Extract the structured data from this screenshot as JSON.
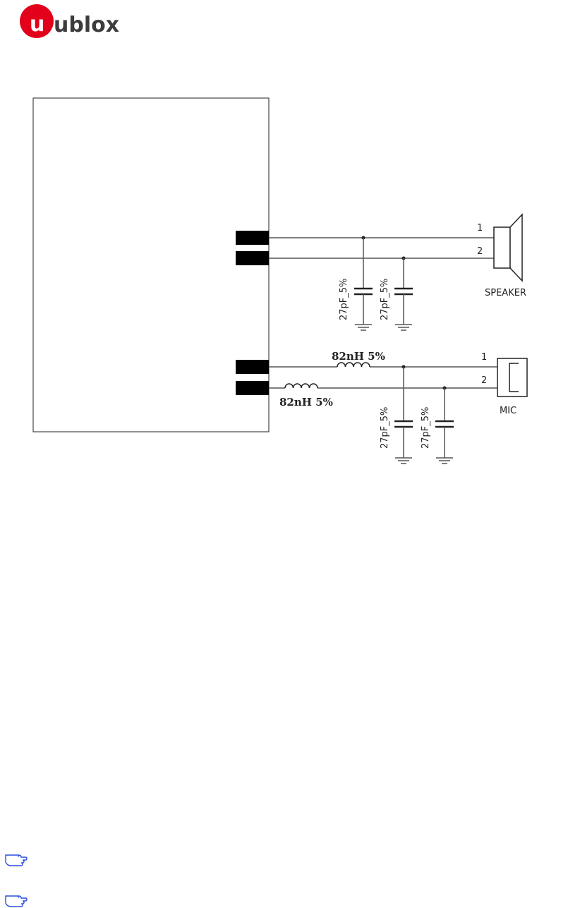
{
  "header": {
    "logo_text": "ublox"
  },
  "schematic": {
    "speaker": {
      "pin1": "1",
      "pin2": "2",
      "label": "SPEAKER",
      "cap1": "27pF_5%",
      "cap2": "27pF_5%"
    },
    "mic": {
      "pin1": "1",
      "pin2": "2",
      "label": "MIC",
      "inductor1": "82nH 5%",
      "inductor2": "82nH 5%",
      "cap1": "27pF_5%",
      "cap2": "27pF_5%"
    }
  },
  "notes": {
    "icon": "pointing-hand-icon"
  },
  "colors": {
    "brand_red": "#e2001a",
    "wire": "#555555",
    "text": "#222222"
  }
}
